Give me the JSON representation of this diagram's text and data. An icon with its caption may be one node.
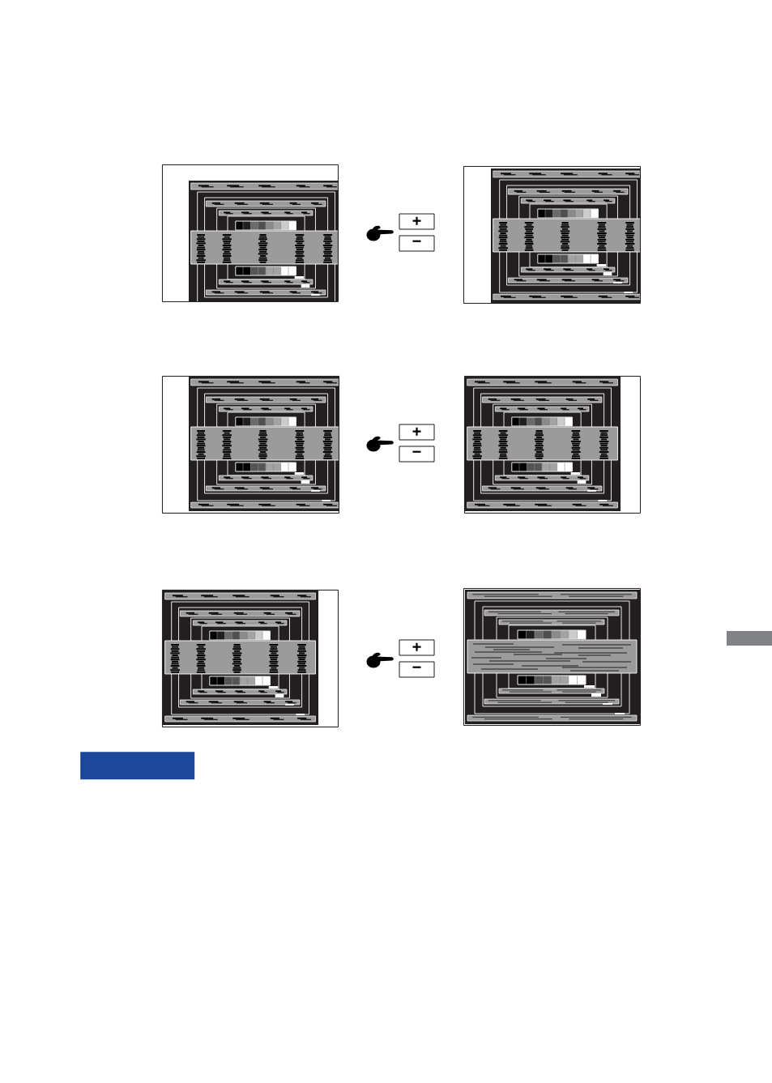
{
  "diagram": {
    "nodes": [
      {
        "text": [],
        "shape": "picture"
      },
      {
        "text": [
          "+"
        ]
      },
      {
        "text": [
          "−"
        ]
      },
      {
        "text": [],
        "shape": "picture"
      },
      {
        "text": [],
        "shape": "picture"
      },
      {
        "text": [
          "+"
        ]
      },
      {
        "text": [
          "−"
        ]
      },
      {
        "text": [],
        "shape": "picture"
      },
      {
        "text": [],
        "shape": "picture"
      },
      {
        "text": [
          "+"
        ]
      },
      {
        "text": [
          "−"
        ]
      },
      {
        "text": [],
        "shape": "picture"
      },
      {
        "text": [],
        "shape": "bar"
      }
    ]
  }
}
